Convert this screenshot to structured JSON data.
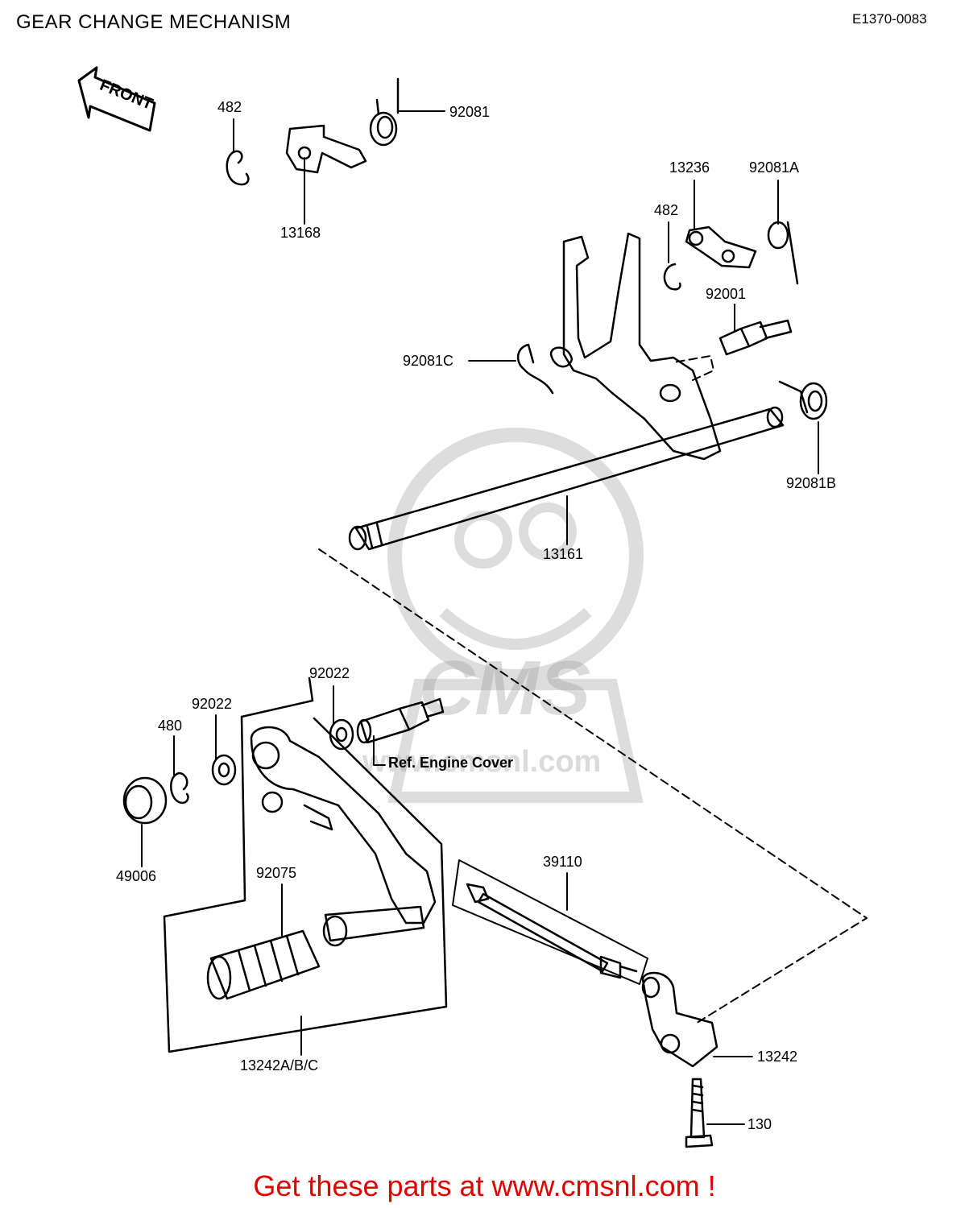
{
  "header": {
    "title": "GEAR CHANGE MECHANISM",
    "diagram_code": "E1370-0083"
  },
  "front_arrow": {
    "label": "FRONT"
  },
  "watermark": {
    "brand": "CMS",
    "url": "www.cmsnl.com"
  },
  "callouts": {
    "p482_top": "482",
    "p92081": "92081",
    "p13168": "13168",
    "p13236": "13236",
    "p92081A": "92081A",
    "p482_mid": "482",
    "p92001": "92001",
    "p92081C": "92081C",
    "p92081B": "92081B",
    "p13161": "13161",
    "p92022_right": "92022",
    "p92022_left": "92022",
    "p480": "480",
    "p49006": "49006",
    "p92075": "92075",
    "p39110": "39110",
    "p13242": "13242",
    "p13242ABC": "13242A/B/C",
    "p130": "130"
  },
  "reference_note": "Ref.  Engine Cover",
  "footer": {
    "text": "Get these parts at www.cmsnl.com !"
  }
}
